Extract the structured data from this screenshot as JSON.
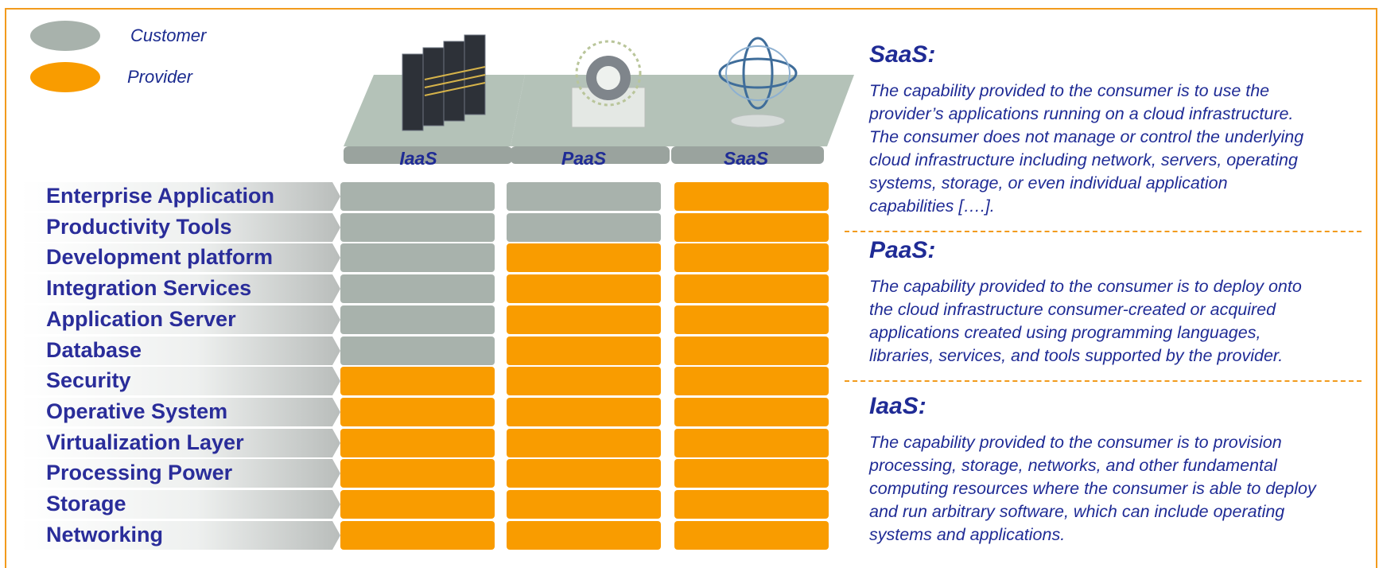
{
  "legend": {
    "customer_label": "Customer",
    "provider_label": "Provider",
    "customer_color": "#a8b2ac",
    "provider_color": "#f99c00"
  },
  "columns": [
    {
      "label": "IaaS",
      "icon": "server-rack-icon"
    },
    {
      "label": "PaaS",
      "icon": "gear-icon"
    },
    {
      "label": "SaaS",
      "icon": "globe-orbit-icon"
    }
  ],
  "rows": [
    {
      "label": "Enterprise Application",
      "cells": [
        "customer",
        "customer",
        "provider"
      ]
    },
    {
      "label": "Productivity Tools",
      "cells": [
        "customer",
        "customer",
        "provider"
      ]
    },
    {
      "label": "Development platform",
      "cells": [
        "customer",
        "provider",
        "provider"
      ]
    },
    {
      "label": "Integration Services",
      "cells": [
        "customer",
        "provider",
        "provider"
      ]
    },
    {
      "label": "Application Server",
      "cells": [
        "customer",
        "provider",
        "provider"
      ]
    },
    {
      "label": "Database",
      "cells": [
        "customer",
        "provider",
        "provider"
      ]
    },
    {
      "label": "Security",
      "cells": [
        "provider",
        "provider",
        "provider"
      ]
    },
    {
      "label": "Operative System",
      "cells": [
        "provider",
        "provider",
        "provider"
      ]
    },
    {
      "label": "Virtualization Layer",
      "cells": [
        "provider",
        "provider",
        "provider"
      ]
    },
    {
      "label": "Processing Power",
      "cells": [
        "provider",
        "provider",
        "provider"
      ]
    },
    {
      "label": "Storage",
      "cells": [
        "provider",
        "provider",
        "provider"
      ]
    },
    {
      "label": "Networking",
      "cells": [
        "provider",
        "provider",
        "provider"
      ]
    }
  ],
  "descriptions": [
    {
      "title": "SaaS:",
      "lines": [
        "The capability provided to the consumer is to use the",
        "provider’s applications running on a cloud infrastructure.",
        "The consumer does not manage or control the underlying",
        "cloud infrastructure including network, servers, operating",
        "systems, storage, or even individual application",
        "capabilities [….]."
      ]
    },
    {
      "title": "PaaS:",
      "lines": [
        "The capability provided to the consumer is to deploy onto",
        "the cloud infrastructure consumer-created or acquired",
        "applications created using programming languages,",
        "libraries, services, and tools supported by the provider."
      ]
    },
    {
      "title": "IaaS:",
      "lines": [
        "The capability provided to the consumer is to provision",
        "processing, storage, networks, and other fundamental",
        "computing resources where the consumer is able to deploy",
        "and run arbitrary software, which can include operating",
        "systems and applications."
      ]
    }
  ]
}
